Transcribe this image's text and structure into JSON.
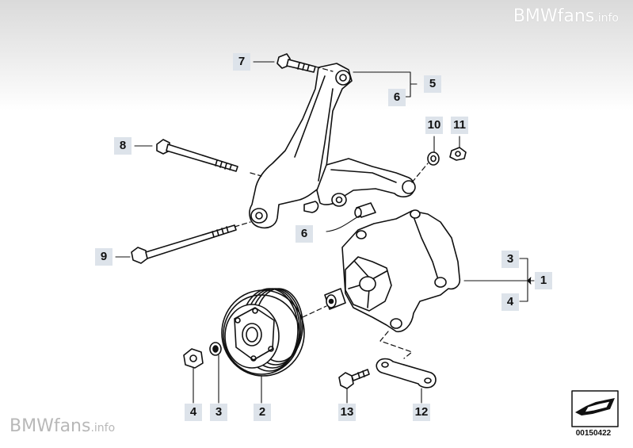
{
  "watermark": {
    "brand": "BMWfans",
    "suffix": ".info"
  },
  "callouts": [
    {
      "id": "7",
      "label": "7"
    },
    {
      "id": "5",
      "label": "5"
    },
    {
      "id": "6a",
      "label": "6"
    },
    {
      "id": "10",
      "label": "10"
    },
    {
      "id": "11",
      "label": "11"
    },
    {
      "id": "8",
      "label": "8"
    },
    {
      "id": "6b",
      "label": "6"
    },
    {
      "id": "9",
      "label": "9"
    },
    {
      "id": "3a",
      "label": "3"
    },
    {
      "id": "1",
      "label": "1"
    },
    {
      "id": "4a",
      "label": "4"
    },
    {
      "id": "4b",
      "label": "4"
    },
    {
      "id": "3b",
      "label": "3"
    },
    {
      "id": "2",
      "label": "2"
    },
    {
      "id": "13",
      "label": "13"
    },
    {
      "id": "12",
      "label": "12"
    }
  ],
  "diagram_ref": "00150422",
  "colors": {
    "callout_bg": "#dde3ea",
    "line": "#111111"
  }
}
